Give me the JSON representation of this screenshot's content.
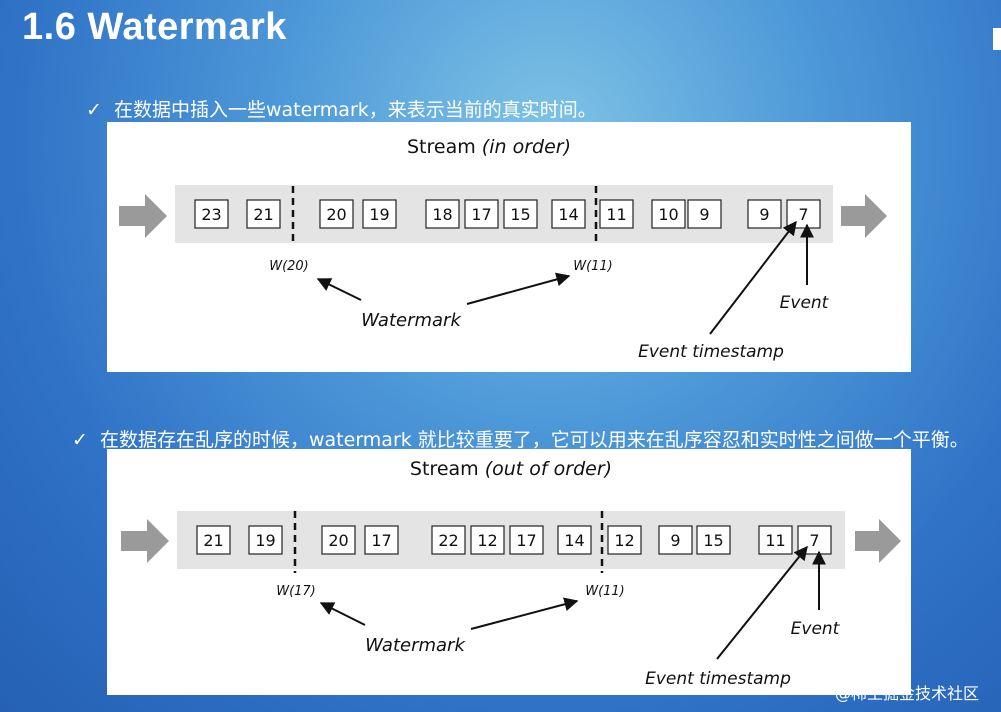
{
  "slide": {
    "title": "1.6 Watermark",
    "bullets": [
      "在数据中插入一些watermark，来表示当前的真实时间。",
      "在数据存在乱序的时候，watermark 就比较重要了，它可以用来在乱序容忍和实时性之间做一个平衡。"
    ],
    "check_icon": "check-icon",
    "site_watermark": "@稀土掘金技术社区"
  },
  "diagrams": [
    {
      "title_plain": "Stream ",
      "title_italic": "(in order)",
      "events": [
        "23",
        "21",
        "20",
        "19",
        "18",
        "17",
        "15",
        "14",
        "11",
        "10",
        "9",
        "9",
        "7"
      ],
      "watermarks": [
        {
          "label": "W(20)",
          "after_index": 1
        },
        {
          "label": "W(11)",
          "after_index": 7
        }
      ],
      "labels": {
        "watermark": "Watermark",
        "event": "Event",
        "event_timestamp": "Event timestamp"
      }
    },
    {
      "title_plain": "Stream ",
      "title_italic": "(out of order)",
      "events": [
        "21",
        "19",
        "20",
        "17",
        "22",
        "12",
        "17",
        "14",
        "12",
        "9",
        "15",
        "11",
        "7"
      ],
      "watermarks": [
        {
          "label": "W(17)",
          "after_index": 1
        },
        {
          "label": "W(11)",
          "after_index": 7
        }
      ],
      "labels": {
        "watermark": "Watermark",
        "event": "Event",
        "event_timestamp": "Event timestamp"
      }
    }
  ]
}
